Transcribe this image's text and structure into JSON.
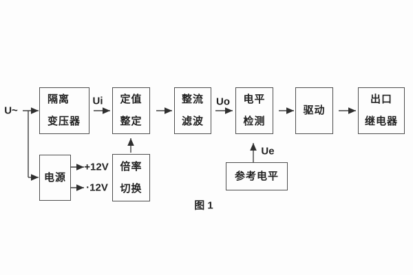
{
  "diagram": {
    "caption": "图 1",
    "blocks": {
      "isolation_transformer": {
        "line1": "隔离",
        "line2": "变压器"
      },
      "value_setting": {
        "line1": "定值",
        "line2": "整定"
      },
      "rectify_filter": {
        "line1": "整流",
        "line2": "滤波"
      },
      "level_detect": {
        "line1": "电平",
        "line2": "检测"
      },
      "drive": {
        "label": "驱动"
      },
      "output_relay": {
        "line1": "出口",
        "line2": "继电器"
      },
      "power_supply": {
        "label": "电源"
      },
      "ratio_switch": {
        "line1": "倍率",
        "line2": "切换"
      },
      "reference_level": {
        "label": "参考电平"
      }
    },
    "signals": {
      "input": "U~",
      "ui": "Ui",
      "uo": "Uo",
      "ue": "Ue",
      "plus_12v": "+12V",
      "minus_12v": "·12V"
    },
    "colors": {
      "line": "#3c3c3c",
      "border": "#4b4b4b",
      "text": "#222222",
      "background": "#fdfdfd"
    }
  }
}
